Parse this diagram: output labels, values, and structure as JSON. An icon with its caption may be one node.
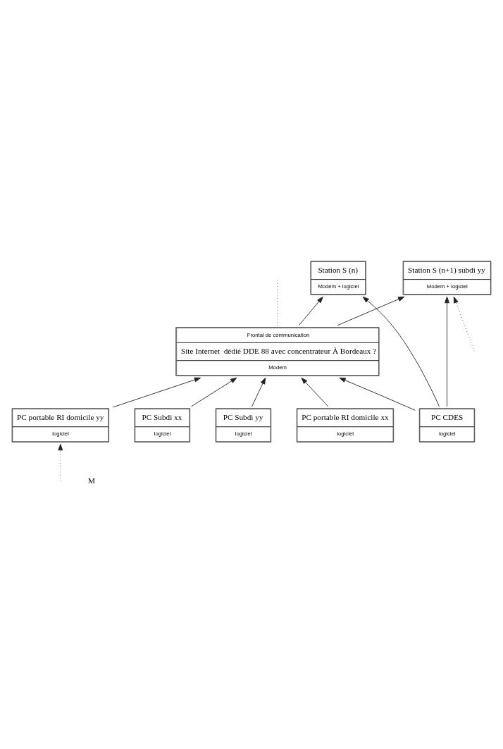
{
  "diagram": {
    "nodes": [
      {
        "text": [
          "Station S (n)",
          "Modem + logiciel"
        ]
      },
      {
        "text": [
          "Station S (n+1) subdi yy",
          "Modem + logiciel"
        ]
      },
      {
        "text": [
          "Frontal de communication",
          "Site Internet  dédié DDE 88 avec concentrateur À Bordeaux ?",
          "Modem"
        ]
      },
      {
        "text": [
          "PC CDES",
          "logiciel"
        ]
      },
      {
        "text": [
          "PC Subdi xx",
          "logiciel"
        ]
      },
      {
        "text": [
          "PC Subdi yy",
          "logiciel"
        ]
      },
      {
        "text": [
          "PC portable RI domicile xx",
          "logiciel"
        ]
      },
      {
        "text": [
          "PC portable RI domicile yy",
          "logiciel"
        ]
      }
    ],
    "edges": [
      {
        "from": 2,
        "to": 0,
        "arrow": "to"
      },
      {
        "from": 2,
        "to": 1,
        "arrow": "to"
      },
      {
        "from": null,
        "to": 1,
        "arrow": "to",
        "style": "dashed"
      },
      {
        "from": 2,
        "to": null,
        "arrow": "none",
        "style": "dashed"
      },
      {
        "from": 3,
        "to": 2,
        "arrow": "to"
      },
      {
        "from": 6,
        "to": 2,
        "arrow": "to"
      },
      {
        "from": 4,
        "to": 2,
        "arrow": "to"
      },
      {
        "from": 7,
        "to": 2,
        "arrow": "to"
      },
      {
        "from": 5,
        "to": 2,
        "arrow": "to"
      },
      {
        "from": 3,
        "to": 0,
        "arrow": "to"
      },
      {
        "from": 3,
        "to": 1,
        "arrow": "to"
      },
      {
        "from": null,
        "to": 7,
        "arrow": "to",
        "style": "dashed"
      }
    ],
    "labels": [
      "M"
    ]
  }
}
